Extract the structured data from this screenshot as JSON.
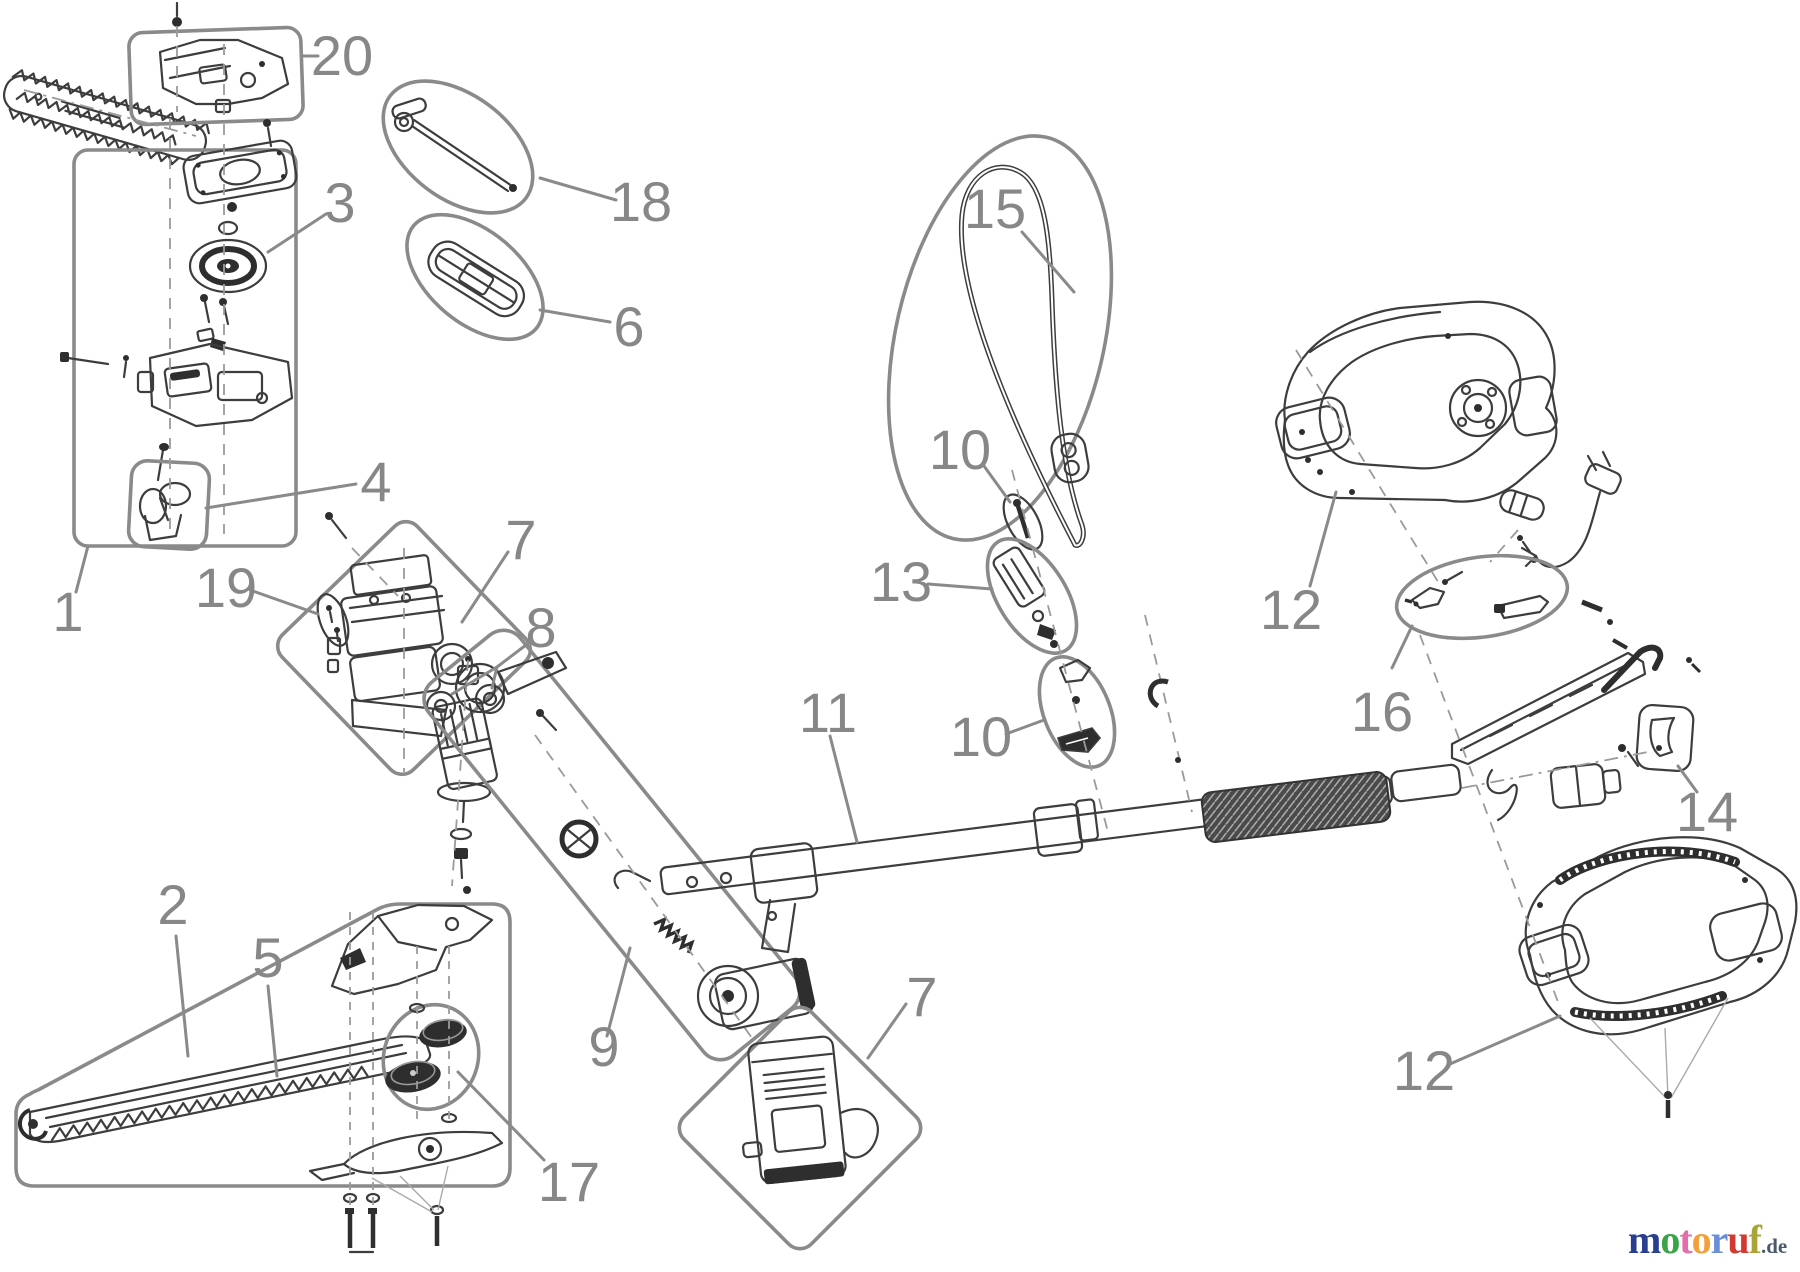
{
  "diagram": {
    "type": "exploded-parts-diagram",
    "subject": "electric pole saw / hedge trimmer multi-tool",
    "background": "#ffffff",
    "line_color": "#3d3d3d",
    "container_color": "#8a8a8a",
    "label_color": "#878787",
    "callouts": [
      {
        "id": "1",
        "num": "1"
      },
      {
        "id": "2",
        "num": "2"
      },
      {
        "id": "3",
        "num": "3"
      },
      {
        "id": "4",
        "num": "4"
      },
      {
        "id": "5",
        "num": "5"
      },
      {
        "id": "6",
        "num": "6"
      },
      {
        "id": "7-upper",
        "num": "7"
      },
      {
        "id": "7-lower",
        "num": "7"
      },
      {
        "id": "8",
        "num": "8"
      },
      {
        "id": "9",
        "num": "9"
      },
      {
        "id": "10-upper",
        "num": "10"
      },
      {
        "id": "10-lower",
        "num": "10"
      },
      {
        "id": "11",
        "num": "11"
      },
      {
        "id": "12-upper",
        "num": "12"
      },
      {
        "id": "12-lower",
        "num": "12"
      },
      {
        "id": "13",
        "num": "13"
      },
      {
        "id": "14",
        "num": "14"
      },
      {
        "id": "15",
        "num": "15"
      },
      {
        "id": "16",
        "num": "16"
      },
      {
        "id": "17",
        "num": "17"
      },
      {
        "id": "18",
        "num": "18"
      },
      {
        "id": "19",
        "num": "19"
      },
      {
        "id": "20",
        "num": "20"
      }
    ]
  },
  "watermark": {
    "word": "motoruf",
    "suffix": ".de",
    "suffix_color": "#4a5a6a",
    "letters": [
      {
        "ch": "m",
        "color": "#283e8e"
      },
      {
        "ch": "o",
        "color": "#3ba44a"
      },
      {
        "ch": "t",
        "color": "#e36fa9"
      },
      {
        "ch": "o",
        "color": "#f2a13a"
      },
      {
        "ch": "r",
        "color": "#6a8fd8"
      },
      {
        "ch": "u",
        "color": "#d23a31"
      },
      {
        "ch": "f",
        "color": "#a8a437"
      }
    ]
  }
}
